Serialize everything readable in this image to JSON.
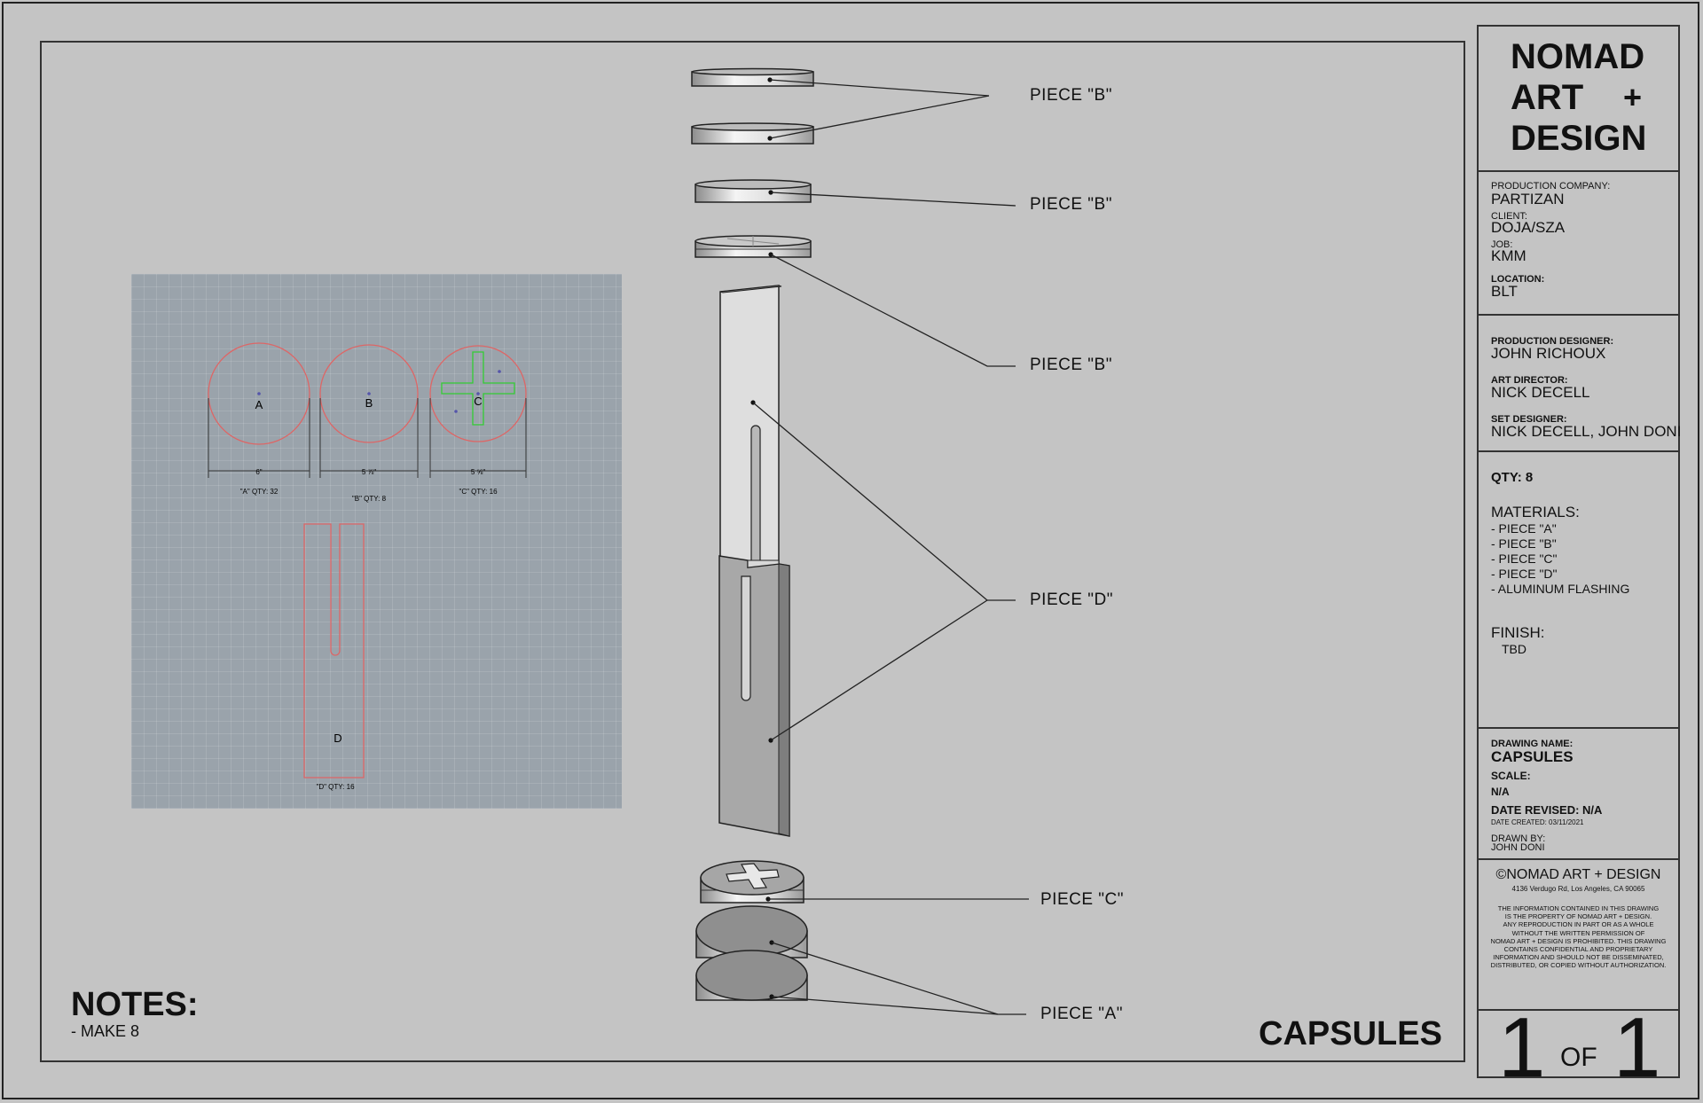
{
  "company": {
    "line1": "NOMAD",
    "line2": "ART",
    "plus": "+",
    "line3": "DESIGN"
  },
  "info": {
    "production_company_label": "PRODUCTION COMPANY:",
    "production_company": "PARTIZAN",
    "client_label": "CLIENT:",
    "client": "DOJA/SZA",
    "job_label": "JOB:",
    "job": "KMM",
    "location_label": "LOCATION:",
    "location": "BLT"
  },
  "credits": {
    "production_designer_label": "PRODUCTION DESIGNER:",
    "production_designer": "JOHN RICHOUX",
    "art_director_label": "ART DIRECTOR:",
    "art_director": "NICK DECELL",
    "set_designer_label": "SET DESIGNER:",
    "set_designer": "NICK DECELL, JOHN DONI"
  },
  "specs": {
    "qty": "QTY: 8",
    "materials_label": "MATERIALS:",
    "materials": [
      "- PIECE \"A\"",
      "- PIECE \"B\"",
      "- PIECE \"C\"",
      "- PIECE \"D\"",
      "- ALUMINUM FLASHING"
    ],
    "finish_label": "FINISH:",
    "finish": "TBD"
  },
  "drawing_info": {
    "name_label": "DRAWING NAME:",
    "name": "CAPSULES",
    "scale_label": "SCALE:",
    "scale": "N/A",
    "revised": "DATE REVISED: N/A",
    "created": "DATE CREATED: 03/11/2021",
    "drawn_by_label": "DRAWN BY:",
    "drawn_by": "JOHN DONI"
  },
  "copyright": {
    "title": "©NOMAD ART + DESIGN",
    "address": "4136 Verdugo Rd, Los Angeles, CA 90065",
    "legal": [
      "THE INFORMATION CONTAINED IN THIS DRAWING",
      "IS THE PROPERTY OF NOMAD ART + DESIGN.",
      "ANY REPRODUCTION IN PART OR AS A WHOLE",
      "WITHOUT THE WRITTEN PERMISSION OF",
      "NOMAD ART + DESIGN IS PROHIBITED. THIS DRAWING",
      "CONTAINS CONFIDENTIAL AND PROPRIETARY",
      "INFORMATION AND SHOULD NOT BE DISSEMINATED,",
      "DISTRIBUTED, OR COPIED WITHOUT AUTHORIZATION."
    ]
  },
  "sheet": {
    "num": "1",
    "of": "OF",
    "total": "1"
  },
  "notes": {
    "title": "NOTES:",
    "body": "- MAKE 8"
  },
  "drawing_title": "CAPSULES",
  "callouts": [
    "PIECE \"B\"",
    "PIECE \"B\"",
    "PIECE \"B\"",
    "PIECE \"D\"",
    "PIECE \"C\"",
    "PIECE \"A\""
  ],
  "reference": {
    "circle_labels": [
      "A",
      "B",
      "C"
    ],
    "dims": [
      "6\"",
      "5 ⅞\"",
      "5 ⅝\""
    ],
    "qtys": [
      "\"A\" QTY: 32",
      "\"B\" QTY: 8",
      "\"C\" QTY: 16"
    ],
    "d_label": "D",
    "d_qty": "\"D\" QTY: 16"
  }
}
